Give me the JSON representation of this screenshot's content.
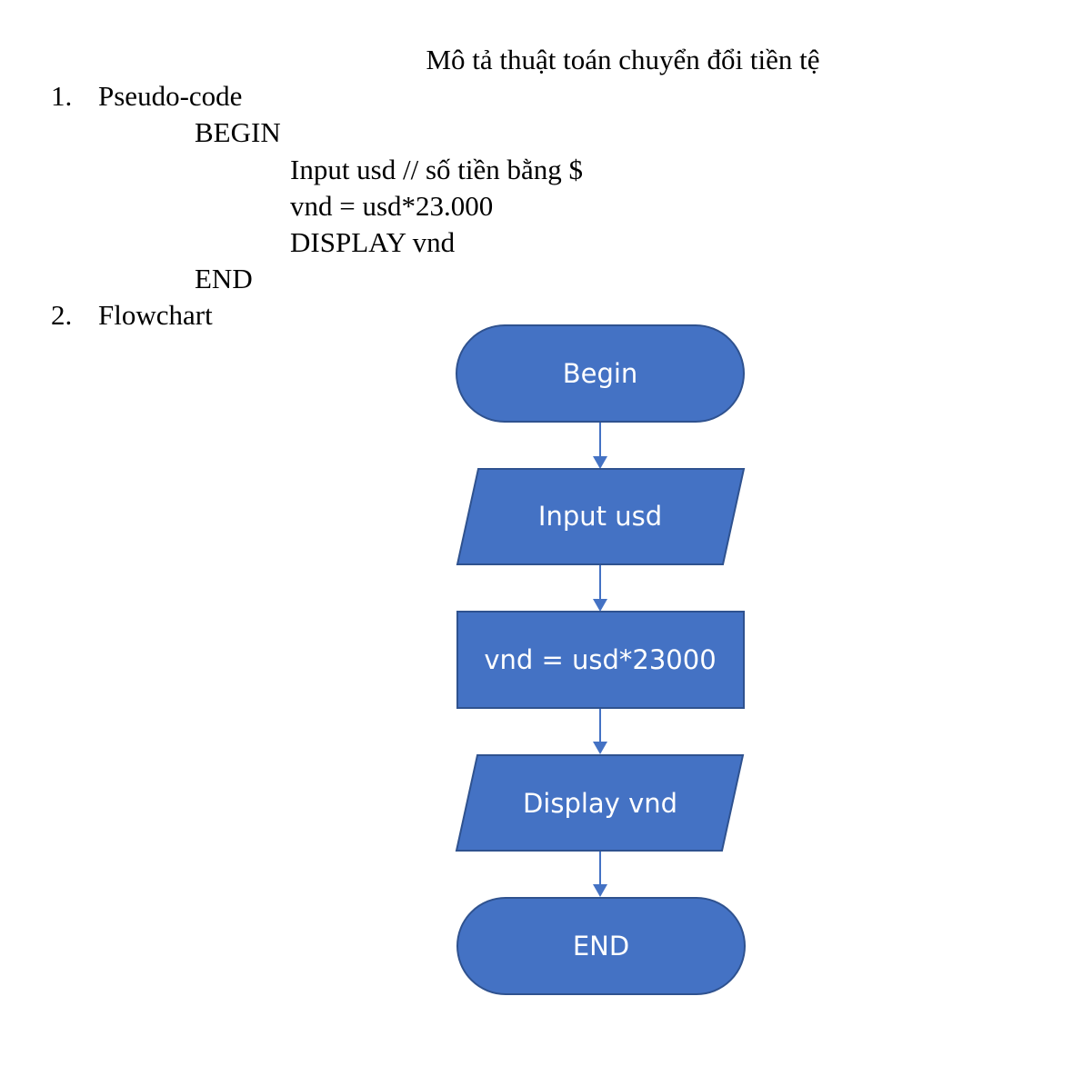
{
  "document": {
    "title": "Mô tả thuật toán chuyển đổi tiền tệ",
    "sections": [
      {
        "number": "1.",
        "heading": "Pseudo-code",
        "lines": {
          "begin": "BEGIN",
          "input": "Input usd // số tiền bằng $",
          "assign": "vnd = usd*23.000",
          "display": "DISPLAY vnd",
          "end": "END"
        }
      },
      {
        "number": "2.",
        "heading": "Flowchart"
      }
    ]
  },
  "flowchart": {
    "colors": {
      "fill": "#4472C4",
      "stroke": "#2F528F",
      "text": "#ffffff"
    },
    "nodes": [
      {
        "id": "begin",
        "shape": "terminator",
        "label": "Begin"
      },
      {
        "id": "input",
        "shape": "parallelogram",
        "label": "Input usd"
      },
      {
        "id": "process",
        "shape": "rectangle",
        "label": "vnd = usd*23000"
      },
      {
        "id": "output",
        "shape": "parallelogram",
        "label": "Display vnd"
      },
      {
        "id": "end",
        "shape": "terminator",
        "label": "END"
      }
    ],
    "edges": [
      {
        "from": "begin",
        "to": "input"
      },
      {
        "from": "input",
        "to": "process"
      },
      {
        "from": "process",
        "to": "output"
      },
      {
        "from": "output",
        "to": "end"
      }
    ]
  }
}
